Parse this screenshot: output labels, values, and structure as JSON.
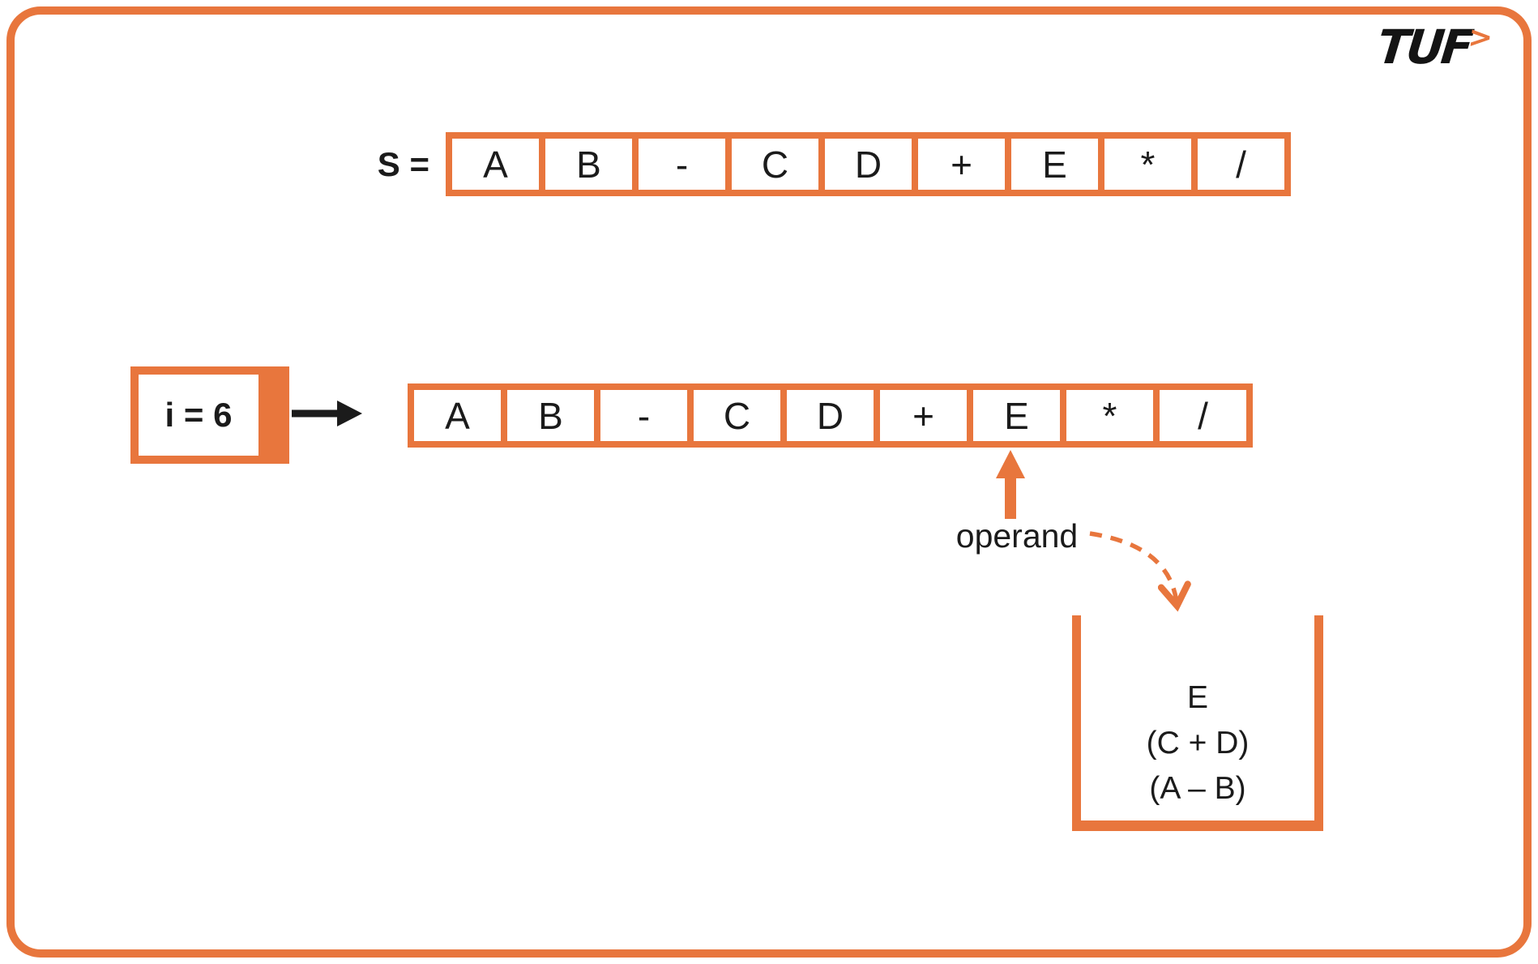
{
  "logo": {
    "text": "TUF",
    "chevron": ">"
  },
  "expression_row": {
    "label": "S =",
    "cells": [
      "A",
      "B",
      "-",
      "C",
      "D",
      "+",
      "E",
      "*",
      "/"
    ]
  },
  "iteration": {
    "index_label": "i = 6",
    "cells": [
      "A",
      "B",
      "-",
      "C",
      "D",
      "+",
      "E",
      "*",
      "/"
    ],
    "pointer_cell_index": 6,
    "pointer_label": "operand"
  },
  "stack": {
    "items": [
      "E",
      "(C + D)",
      "(A – B)"
    ]
  },
  "colors": {
    "accent": "#e8763d",
    "ink": "#1b1b1b"
  }
}
